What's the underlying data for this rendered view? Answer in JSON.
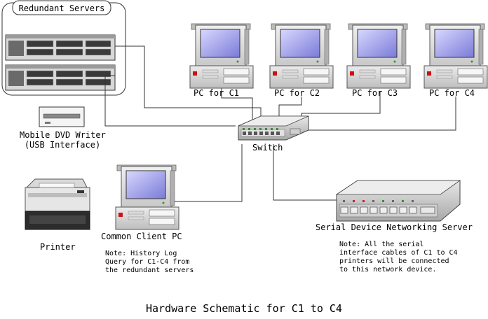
{
  "diagram": {
    "group_title": "Redundant Servers",
    "dvd_label": [
      "Mobile DVD Writer",
      "(USB Interface)"
    ],
    "switch_label": "Switch",
    "pcs": [
      {
        "label": "PC for C1"
      },
      {
        "label": "PC for C2"
      },
      {
        "label": "PC for C3"
      },
      {
        "label": "PC for C4"
      }
    ],
    "client_label": "Common Client PC",
    "printer_label": "Printer",
    "serial_label": "Serial Device Networking Server",
    "client_note": [
      "Note:  History Log",
      "Query for C1-C4 from",
      "the redundant servers"
    ],
    "serial_note": [
      "Note: All the serial",
      "interface cables of C1 to C4",
      "printers will be connected",
      "to this network device."
    ],
    "caption": "Hardware Schematic for C1 to C4"
  }
}
